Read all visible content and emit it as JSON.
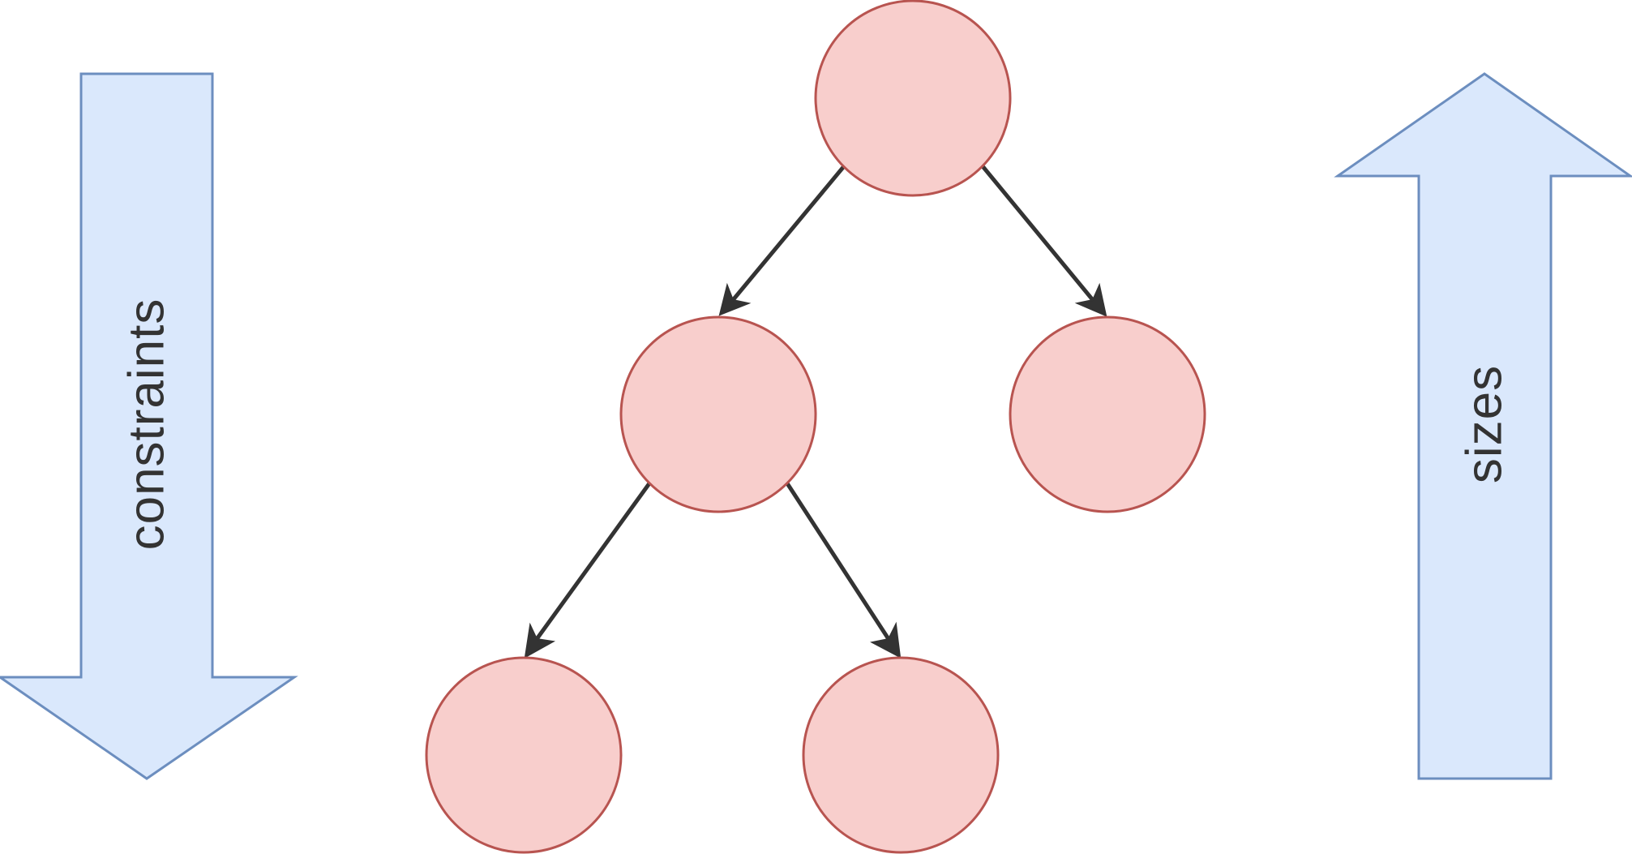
{
  "diagram": {
    "left_arrow": {
      "label": "constraints",
      "direction": "down"
    },
    "right_arrow": {
      "label": "sizes",
      "direction": "up"
    },
    "colors": {
      "arrow_fill": "#dae8fc",
      "arrow_stroke": "#6c8ebf",
      "node_fill": "#f8cecc",
      "node_stroke": "#b85450",
      "edge": "#333333"
    },
    "nodes": [
      "root",
      "left-child",
      "right-child",
      "left-left-child",
      "left-right-child"
    ],
    "edges": [
      {
        "from": "root",
        "to": "left-child"
      },
      {
        "from": "root",
        "to": "right-child"
      },
      {
        "from": "left-child",
        "to": "left-left-child"
      },
      {
        "from": "left-child",
        "to": "left-right-child"
      }
    ]
  }
}
